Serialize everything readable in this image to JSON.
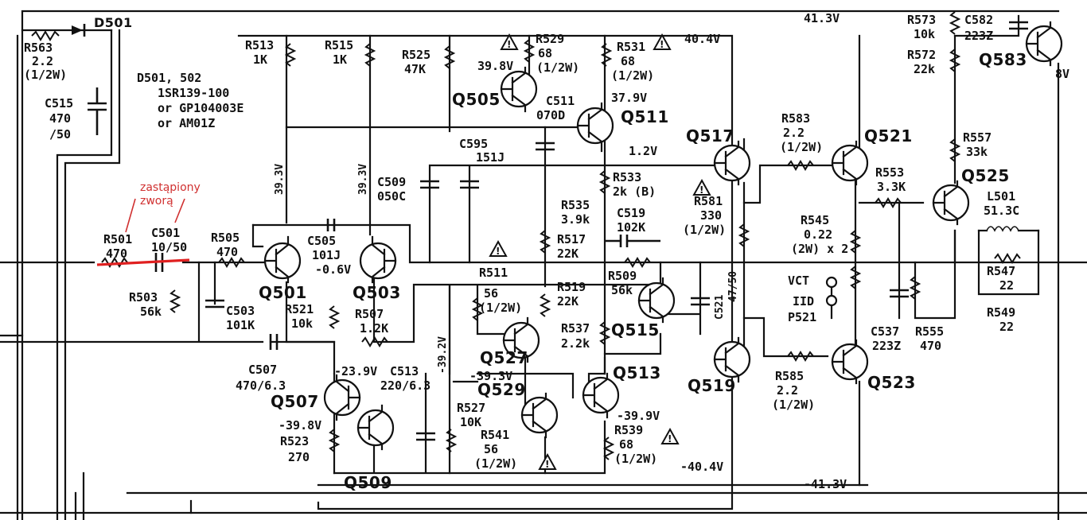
{
  "components": {
    "r563": {
      "ref": "R563",
      "value": "2.2",
      "rating": "(1/2W)"
    },
    "d501": {
      "ref": "D501"
    },
    "c515": {
      "ref": "C515",
      "value": "470",
      "rating": "/50"
    },
    "diode_note": {
      "line1": "D501, 502",
      "line2": "1SR139-100",
      "line3": "or GP104003E",
      "line4": "or AM01Z"
    },
    "r513": {
      "ref": "R513",
      "value": "1K"
    },
    "r515": {
      "ref": "R515",
      "value": "1K"
    },
    "r525": {
      "ref": "R525",
      "value": "47K"
    },
    "r529": {
      "ref": "R529",
      "value": "68",
      "rating": "(1/2W)"
    },
    "r531": {
      "ref": "R531",
      "value": "68",
      "rating": "(1/2W)"
    },
    "q505": {
      "ref": "Q505"
    },
    "c511": {
      "ref": "C511",
      "value": "070D"
    },
    "q511": {
      "ref": "Q511"
    },
    "c595": {
      "ref": "C595",
      "value": "151J"
    },
    "c509": {
      "ref": "C509",
      "value": "050C"
    },
    "r533": {
      "ref": "R533",
      "value": "2k (B)"
    },
    "r535": {
      "ref": "R535",
      "value": "3.9k"
    },
    "c519": {
      "ref": "C519",
      "value": "102K"
    },
    "r517": {
      "ref": "R517",
      "value": "22K"
    },
    "r501": {
      "ref": "R501",
      "value": "470"
    },
    "c501": {
      "ref": "C501",
      "value": "10/50"
    },
    "r505": {
      "ref": "R505",
      "value": "470"
    },
    "c505": {
      "ref": "C505",
      "value": "101J"
    },
    "q501": {
      "ref": "Q501"
    },
    "q503": {
      "ref": "Q503"
    },
    "r503": {
      "ref": "R503",
      "value": "56k"
    },
    "c503": {
      "ref": "C503",
      "value": "101K"
    },
    "r521": {
      "ref": "R521",
      "value": "10k"
    },
    "r507": {
      "ref": "R507",
      "value": "1.2K"
    },
    "r511": {
      "ref": "R511",
      "value": "56",
      "rating": "(1/2W)"
    },
    "r519": {
      "ref": "R519",
      "value": "22K"
    },
    "r509": {
      "ref": "R509",
      "value": "56k"
    },
    "q515": {
      "ref": "Q515"
    },
    "r537": {
      "ref": "R537",
      "value": "2.2k"
    },
    "c521": {
      "ref": "C521",
      "value": "47/50"
    },
    "q527": {
      "ref": "Q527"
    },
    "q529": {
      "ref": "Q529"
    },
    "q513": {
      "ref": "Q513"
    },
    "c507": {
      "ref": "C507",
      "value": "470/6.3"
    },
    "c513": {
      "ref": "C513",
      "value": "220/6.3"
    },
    "q507": {
      "ref": "Q507"
    },
    "q509": {
      "ref": "Q509"
    },
    "r523": {
      "ref": "R523",
      "value": "270"
    },
    "r527": {
      "ref": "R527",
      "value": "10K"
    },
    "r541": {
      "ref": "R541",
      "value": "56",
      "rating": "(1/2W)"
    },
    "r539": {
      "ref": "R539",
      "value": "68",
      "rating": "(1/2W)"
    },
    "q517": {
      "ref": "Q517"
    },
    "q519": {
      "ref": "Q519"
    },
    "r581": {
      "ref": "R581",
      "value": "330",
      "rating": "(1/2W)"
    },
    "r583": {
      "ref": "R583",
      "value": "2.2",
      "rating": "(1/2W)"
    },
    "r585": {
      "ref": "R585",
      "value": "2.2",
      "rating": "(1/2W)"
    },
    "q521": {
      "ref": "Q521"
    },
    "q523": {
      "ref": "Q523"
    },
    "r545": {
      "ref": "R545",
      "value": "0.22",
      "rating": "(2W) x 2"
    },
    "r553": {
      "ref": "R553",
      "value": "3.3K"
    },
    "q525": {
      "ref": "Q525"
    },
    "r557": {
      "ref": "R557",
      "value": "33k"
    },
    "l501": {
      "ref": "L501",
      "value": "51.3C"
    },
    "r547": {
      "ref": "R547",
      "value": "22"
    },
    "r549": {
      "ref": "R549",
      "value": "22"
    },
    "r555": {
      "ref": "R555",
      "value": "470"
    },
    "c537": {
      "ref": "C537",
      "value": "223Z"
    },
    "r573": {
      "ref": "R573",
      "value": "10k"
    },
    "r572": {
      "ref": "R572",
      "value": "22k"
    },
    "c582": {
      "ref": "C582",
      "value": "223Z"
    },
    "q583": {
      "ref": "Q583"
    },
    "p521": {
      "vct": "VCT",
      "iid": "IID",
      "ref": "P521"
    }
  },
  "voltages": {
    "v_q505": "39.8V",
    "v_top": "40.4V",
    "v_top_right": "41.3V",
    "v_q511": "37.9V",
    "v_bias": "1.2V",
    "v_q501": "-0.6V",
    "v_39_3_a": "39.3V",
    "v_39_3_b": "39.3V",
    "v_neg_39_2": "-39.2V",
    "v_neg_23_9": "-23.9V",
    "v_neg_39_3": "-39.3V",
    "v_neg_39_8": "-39.8V",
    "v_neg_39_9": "-39.9V",
    "v_neg_40_4": "-40.4V",
    "v_neg_41_3": "-41.3V",
    "v_8v": "8V"
  },
  "annotation": {
    "text_line1": "zastąpiony",
    "text_line2": "zworą",
    "color": "#d03030"
  },
  "warning_symbol": "warning-triangle-icon"
}
